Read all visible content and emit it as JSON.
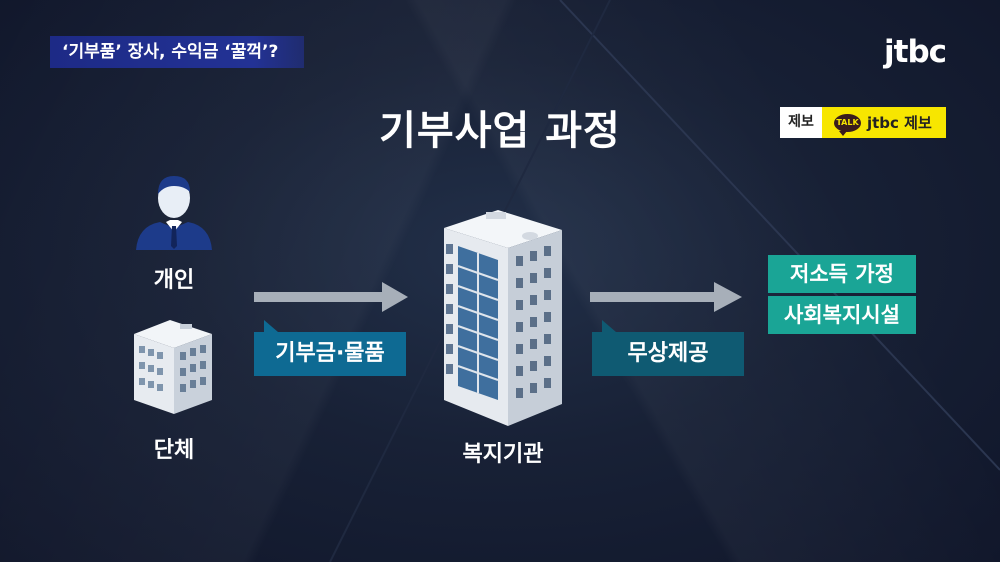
{
  "headline": "‘기부품’ 장사, 수익금 ‘꿀꺽’?",
  "logo": "jtbc",
  "report": {
    "label": "제보",
    "kakao_badge": "TALK",
    "kakao_text": "jtbc 제보"
  },
  "diagram": {
    "title": "기부사업 과정",
    "donors": [
      {
        "label": "개인",
        "icon": "person-icon"
      },
      {
        "label": "단체",
        "icon": "small-building-icon"
      }
    ],
    "donation_label": "기부금·물품",
    "center": {
      "label": "복지기관",
      "icon": "tall-building-icon"
    },
    "provision_label": "무상제공",
    "recipients": [
      "저소득 가정",
      "사회복지시설"
    ]
  },
  "colors": {
    "headline_bg": "#1d2a86",
    "tag_blue": "#0e6a93",
    "recipient_teal": "#1aa596",
    "kakao_yellow": "#f7e600"
  }
}
